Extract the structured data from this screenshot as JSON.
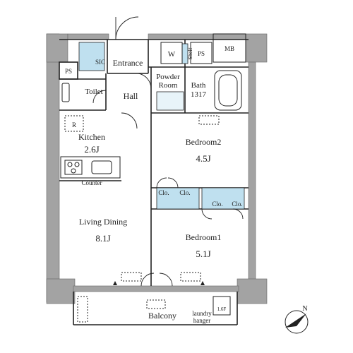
{
  "rooms": {
    "entrance": "Entrance",
    "sic": "SIC",
    "washer": "W",
    "shelf": "Shelf",
    "ps_top": "PS",
    "mb": "MB",
    "ps_left": "PS",
    "powder_room_line1": "Powder",
    "powder_room_line2": "Room",
    "bath_line1": "Bath",
    "bath_line2": "1317",
    "toilet": "Toilet",
    "hall": "Hall",
    "refrigerator": "R",
    "kitchen": "Kitchen",
    "kitchen_size": "2.6J",
    "counter": "Counter",
    "bedroom2": "Bedroom2",
    "bedroom2_size": "4.5J",
    "closet_a": "Clo.",
    "closet_b": "Clo.",
    "closet_c": "Clo.",
    "closet_d": "Clo.",
    "living_dining": "Living Dining",
    "living_dining_size": "8.1J",
    "bedroom1": "Bedroom1",
    "bedroom1_size": "5.1J",
    "balcony": "Balcony",
    "laundry_line1": "laundry",
    "laundry_line2": "hanger",
    "floor_marker": "1.6F",
    "north": "N"
  },
  "colors": {
    "wall": "#a3a3a3",
    "storage": "#bfe0ef",
    "line": "#222222"
  }
}
